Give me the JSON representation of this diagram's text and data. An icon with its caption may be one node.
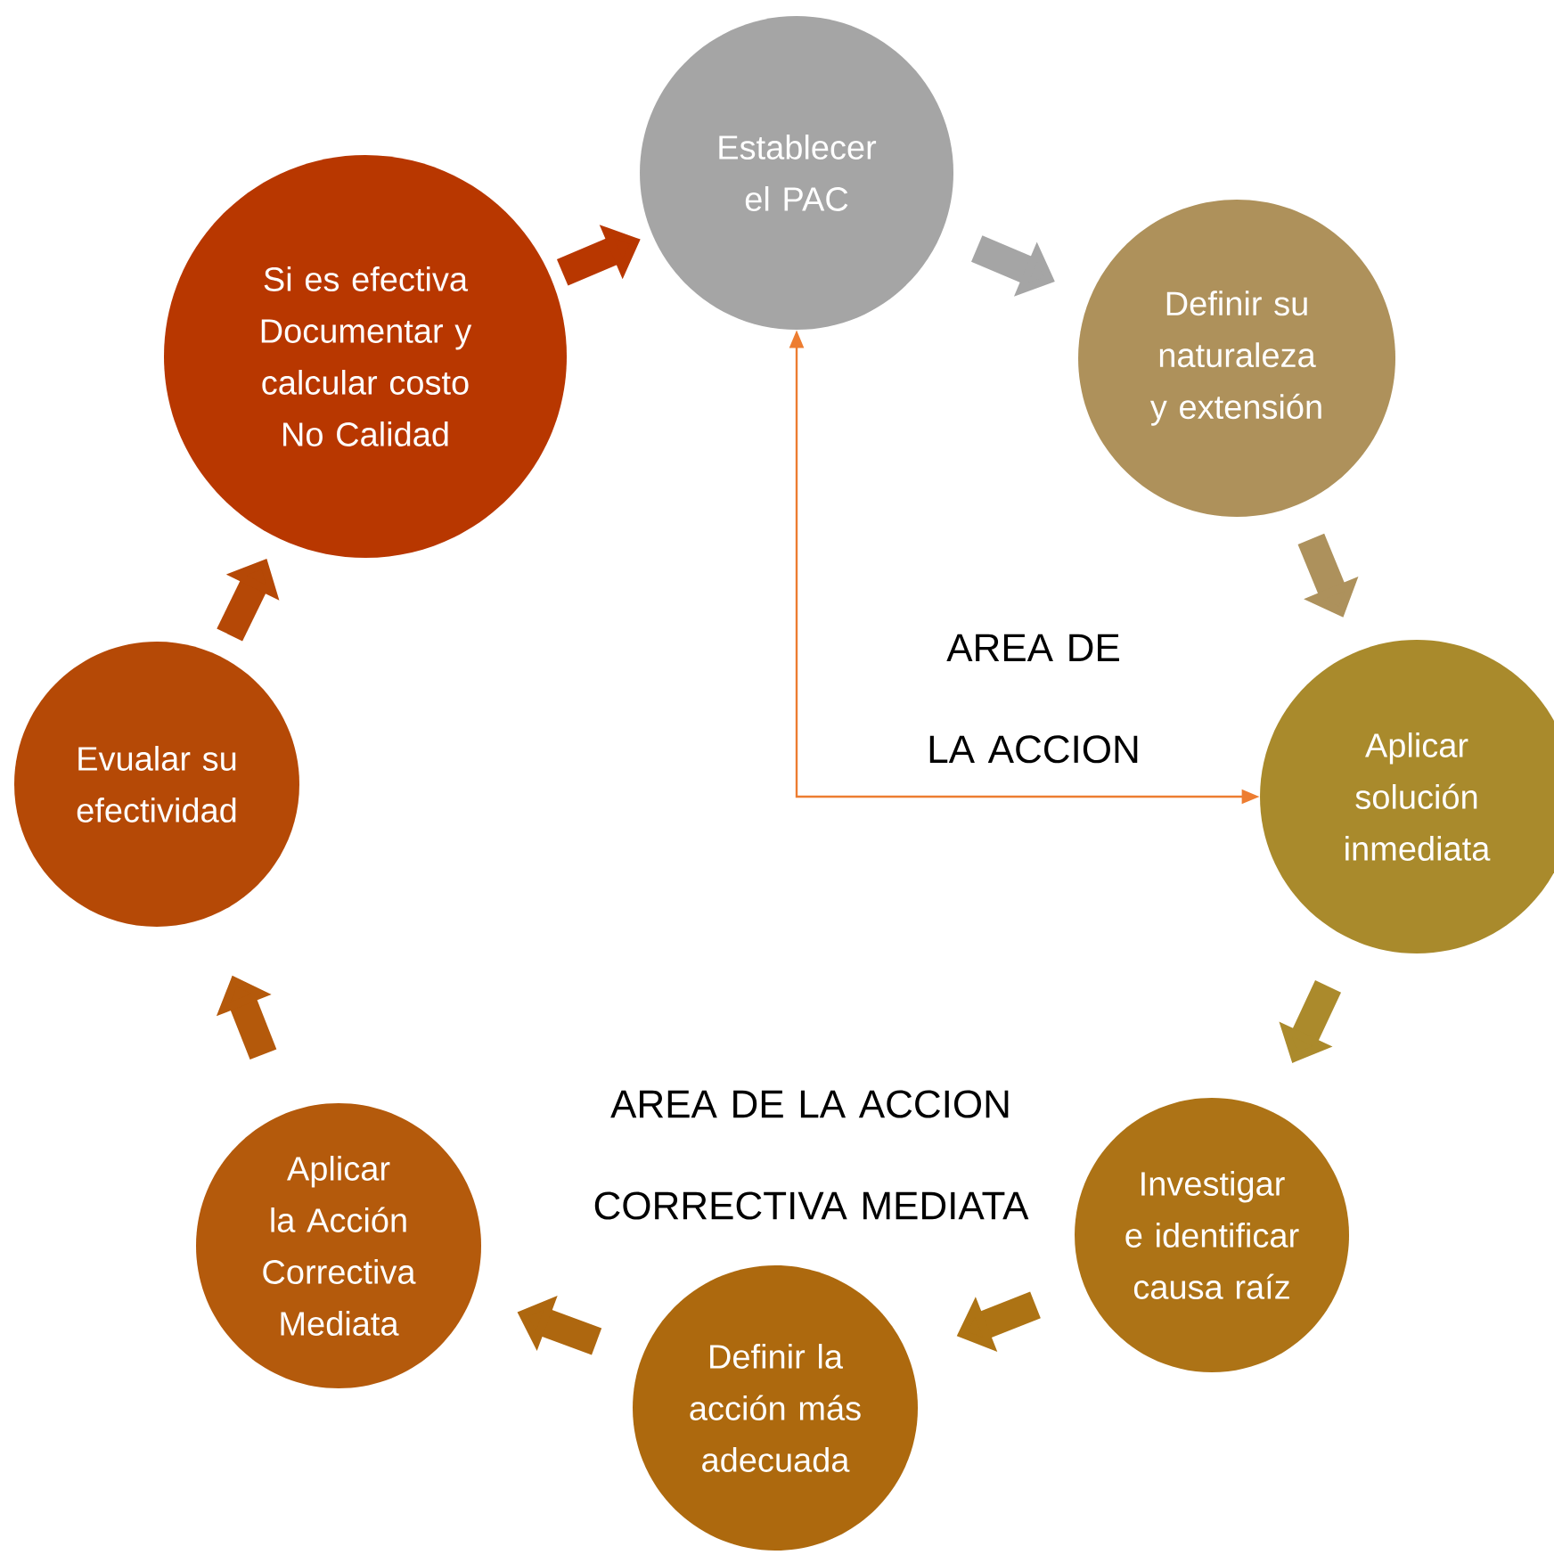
{
  "diagram": {
    "nodes": [
      {
        "text": [
          "Establecer el PAC"
        ]
      },
      {
        "text": [
          "Definir su naturaleza y extensión"
        ]
      },
      {
        "text": [
          "Aplicar solución inmediata"
        ]
      },
      {
        "text": [
          "Investigar e identificar causa raíz"
        ]
      },
      {
        "text": [
          "Definir la acción más adecuada"
        ]
      },
      {
        "text": [
          "Aplicar la Acción Correctiva Mediata"
        ]
      },
      {
        "text": [
          "Evualar su efectividad"
        ]
      },
      {
        "text": [
          "Si es efectiva Documentar y calcular costo No Calidad"
        ]
      }
    ],
    "edges": [
      {
        "from": 0,
        "to": 1,
        "arrow": "to",
        "color": "#a5a5a5"
      },
      {
        "from": 1,
        "to": 2,
        "arrow": "to",
        "color": "#ad915c"
      },
      {
        "from": 2,
        "to": 3,
        "arrow": "to",
        "color": "#ab8a2c"
      },
      {
        "from": 3,
        "to": 4,
        "arrow": "to",
        "color": "#ad7314"
      },
      {
        "from": 4,
        "to": 5,
        "arrow": "to",
        "color": "#ae670f"
      },
      {
        "from": 5,
        "to": 6,
        "arrow": "to",
        "color": "#b4590b"
      },
      {
        "from": 6,
        "to": 7,
        "arrow": "to",
        "color": "#b54806"
      },
      {
        "from": 7,
        "to": 0,
        "arrow": "to",
        "color": "#b83700"
      },
      {
        "from": 2,
        "to": 0,
        "arrow": "both",
        "color": "#ed7d31"
      }
    ],
    "labels": [
      "AREA DE LA ACCION",
      "AREA DE LA ACCION CORRECTIVA MEDIATA"
    ]
  }
}
